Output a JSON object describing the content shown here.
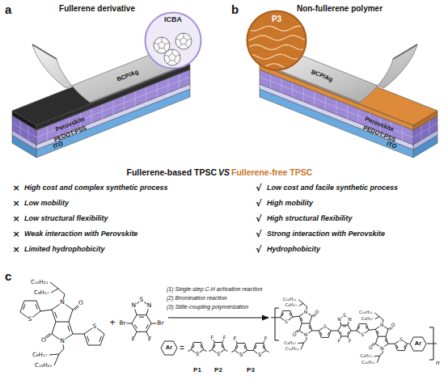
{
  "diagram": {
    "nodes": [
      {
        "text": [
          "ICBA"
        ]
      },
      {
        "text": [
          "P3"
        ]
      },
      {
        "text": [
          "Ar"
        ]
      },
      {
        "text": [
          "Ar"
        ]
      }
    ],
    "labels": [
      "a",
      "Fullerene derivative",
      "BCP/Ag",
      "Perovskite",
      "PEDOT:PSS",
      "ITO",
      "b",
      "Non-fullerene polymer",
      "BCP/Ag",
      "Perovskite",
      "PEDOT:PSS",
      "ITO",
      "Fullerene-based TPSC",
      "VS",
      "Fullerene-free TPSC",
      "×",
      "High cost and complex synthetic process",
      "×",
      "Low mobility",
      "×",
      "Low structural flexibility",
      "×",
      "Weak interaction with Perovskite",
      "×",
      "Limited hydrophobicity",
      "√",
      "Low cost and facile synthetic process",
      "√",
      "High mobility",
      "√",
      "High structural flexibility",
      "√",
      "Strong interaction with Perovskite",
      "√",
      "Hydrophobicity",
      "c",
      "C₁₀H₂₁",
      "C₈H₁₇",
      "N",
      "O",
      "S",
      "S",
      "N",
      "O",
      "C₈H₁₇",
      "C₁₀H₂₁",
      "+",
      "S",
      "N",
      "N",
      "Br",
      "Br",
      "F",
      "F",
      "(1) Single-step C-H activation reaction",
      "(2) Bromination reaction",
      "(3) Stille-coupling polymerization",
      "C₁₀H₂₁",
      "C₈H₁₇",
      "N",
      "O",
      "S",
      "S",
      "N",
      "O",
      "C₈H₁₇",
      "C₁₀H₂₁",
      "S",
      "N",
      "N",
      "F",
      "F",
      "C₁₀H₂₁",
      "C₈H₁₇",
      "N",
      "O",
      "S",
      "S",
      "N",
      "O",
      "C₈H₁₇",
      "C₁₀H₂₁",
      "n",
      "=",
      "S",
      "F",
      "F",
      "S",
      "F",
      "S",
      "F",
      "S",
      "P1",
      "P2",
      "P3"
    ]
  }
}
